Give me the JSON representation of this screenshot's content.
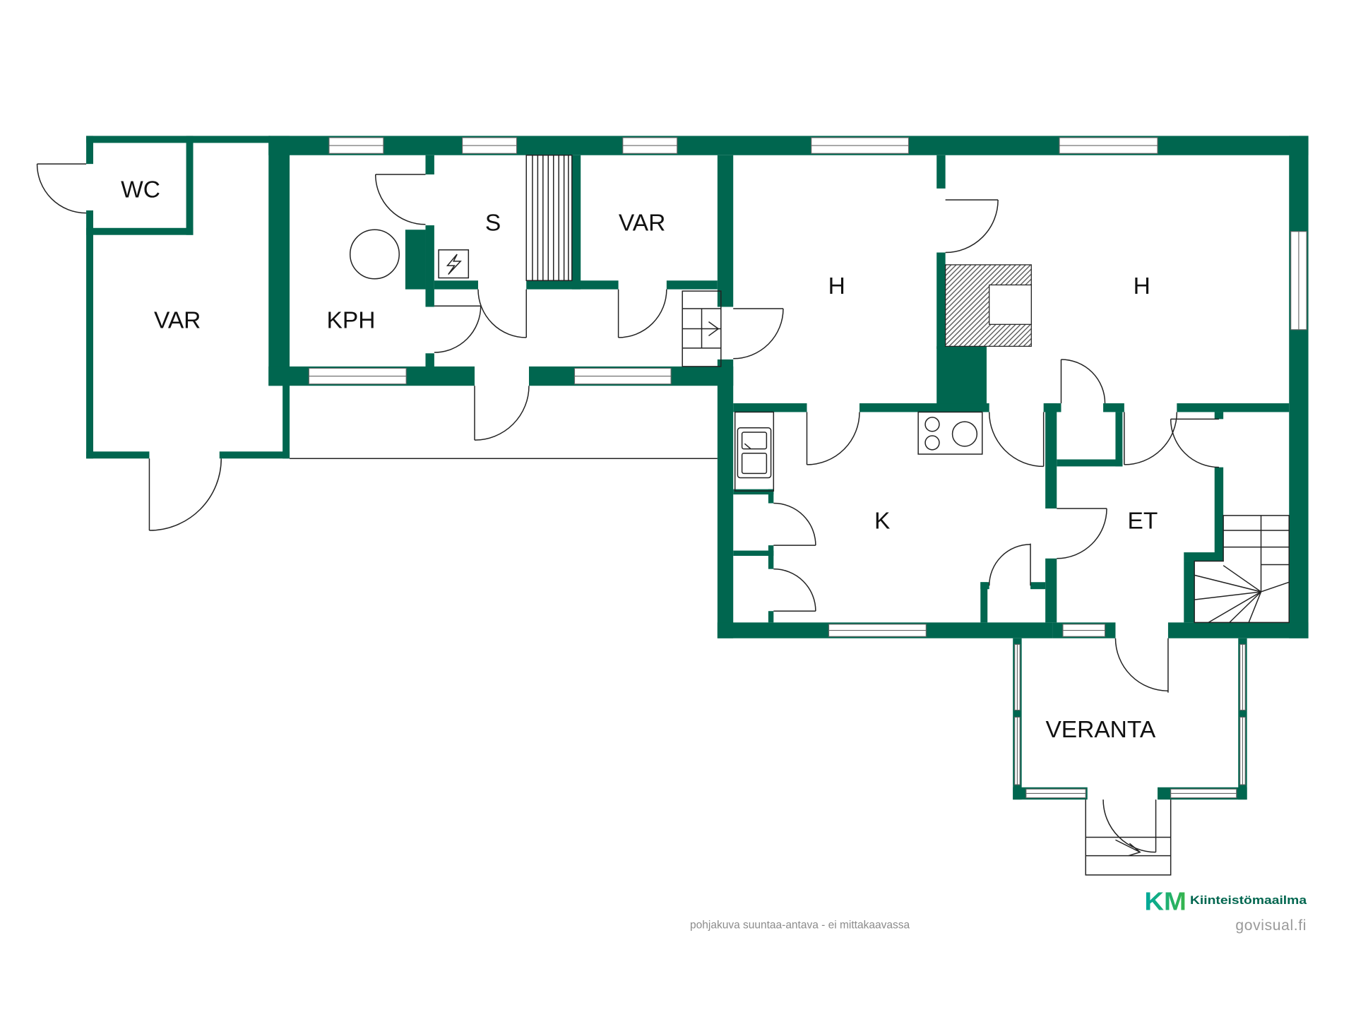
{
  "colors": {
    "wall": "#00664f",
    "line": "#222222",
    "window_stroke": "#666666",
    "hatch": "#555555",
    "footer_text": "#8c8c8c",
    "brand_text": "#00664f",
    "logo_start": "#00a99d",
    "logo_end": "#39b54a"
  },
  "rooms": {
    "wc": "WC",
    "var_outbuilding": "VAR",
    "kph": "KPH",
    "s": "S",
    "var_storage": "VAR",
    "h_left": "H",
    "h_right": "H",
    "k": "K",
    "et": "ET",
    "veranta": "VERANTA"
  },
  "footer": {
    "disclaimer": "pohjakuva suuntaa-antava - ei mittakaavassa",
    "brand_mark": "KM",
    "brand_name": "Kiinteistömaailma",
    "credit": "govisual.fi"
  },
  "icons": {
    "electrical_panel": "lightning-bolt-icon",
    "stair_direction": "arrow-right-icon"
  }
}
